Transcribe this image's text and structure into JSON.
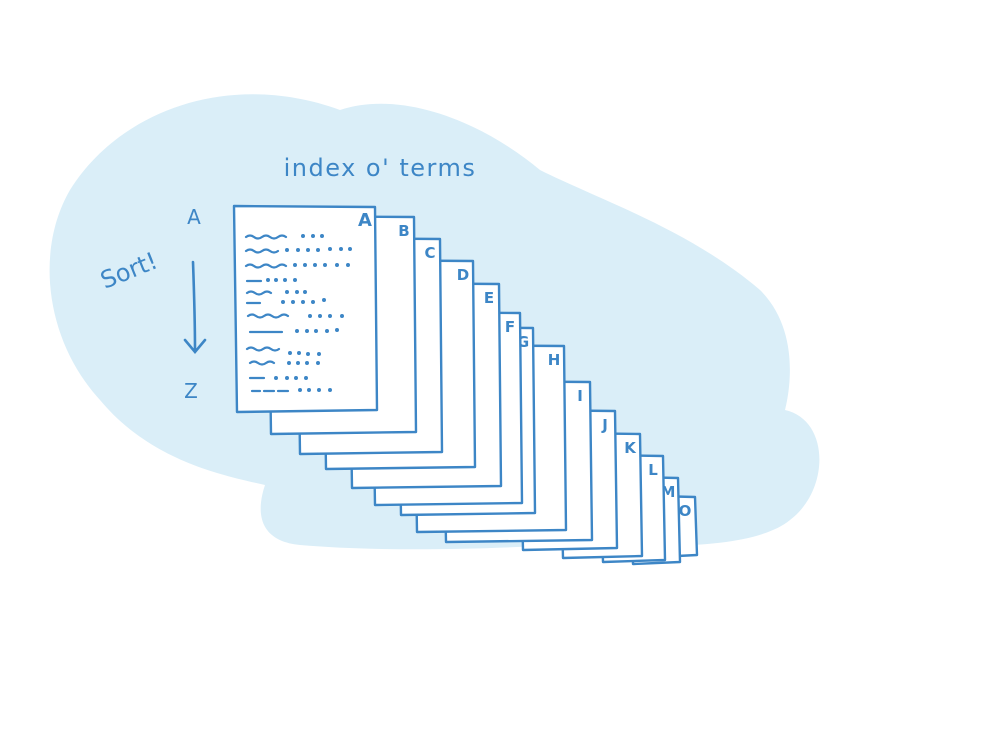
{
  "title": "index o' terms",
  "sort_label": "Sort!",
  "axis": {
    "start": "A",
    "end": "Z"
  },
  "pages": [
    {
      "letter": "A"
    },
    {
      "letter": "B"
    },
    {
      "letter": "C"
    },
    {
      "letter": "D"
    },
    {
      "letter": "E"
    },
    {
      "letter": "F"
    },
    {
      "letter": "G"
    },
    {
      "letter": "H"
    },
    {
      "letter": "I"
    },
    {
      "letter": "J"
    },
    {
      "letter": "K"
    },
    {
      "letter": "L"
    },
    {
      "letter": "M"
    },
    {
      "letter": "O"
    }
  ],
  "colors": {
    "stroke": "#3d86c6",
    "cloud": "#daeef8",
    "page": "#ffffff"
  }
}
